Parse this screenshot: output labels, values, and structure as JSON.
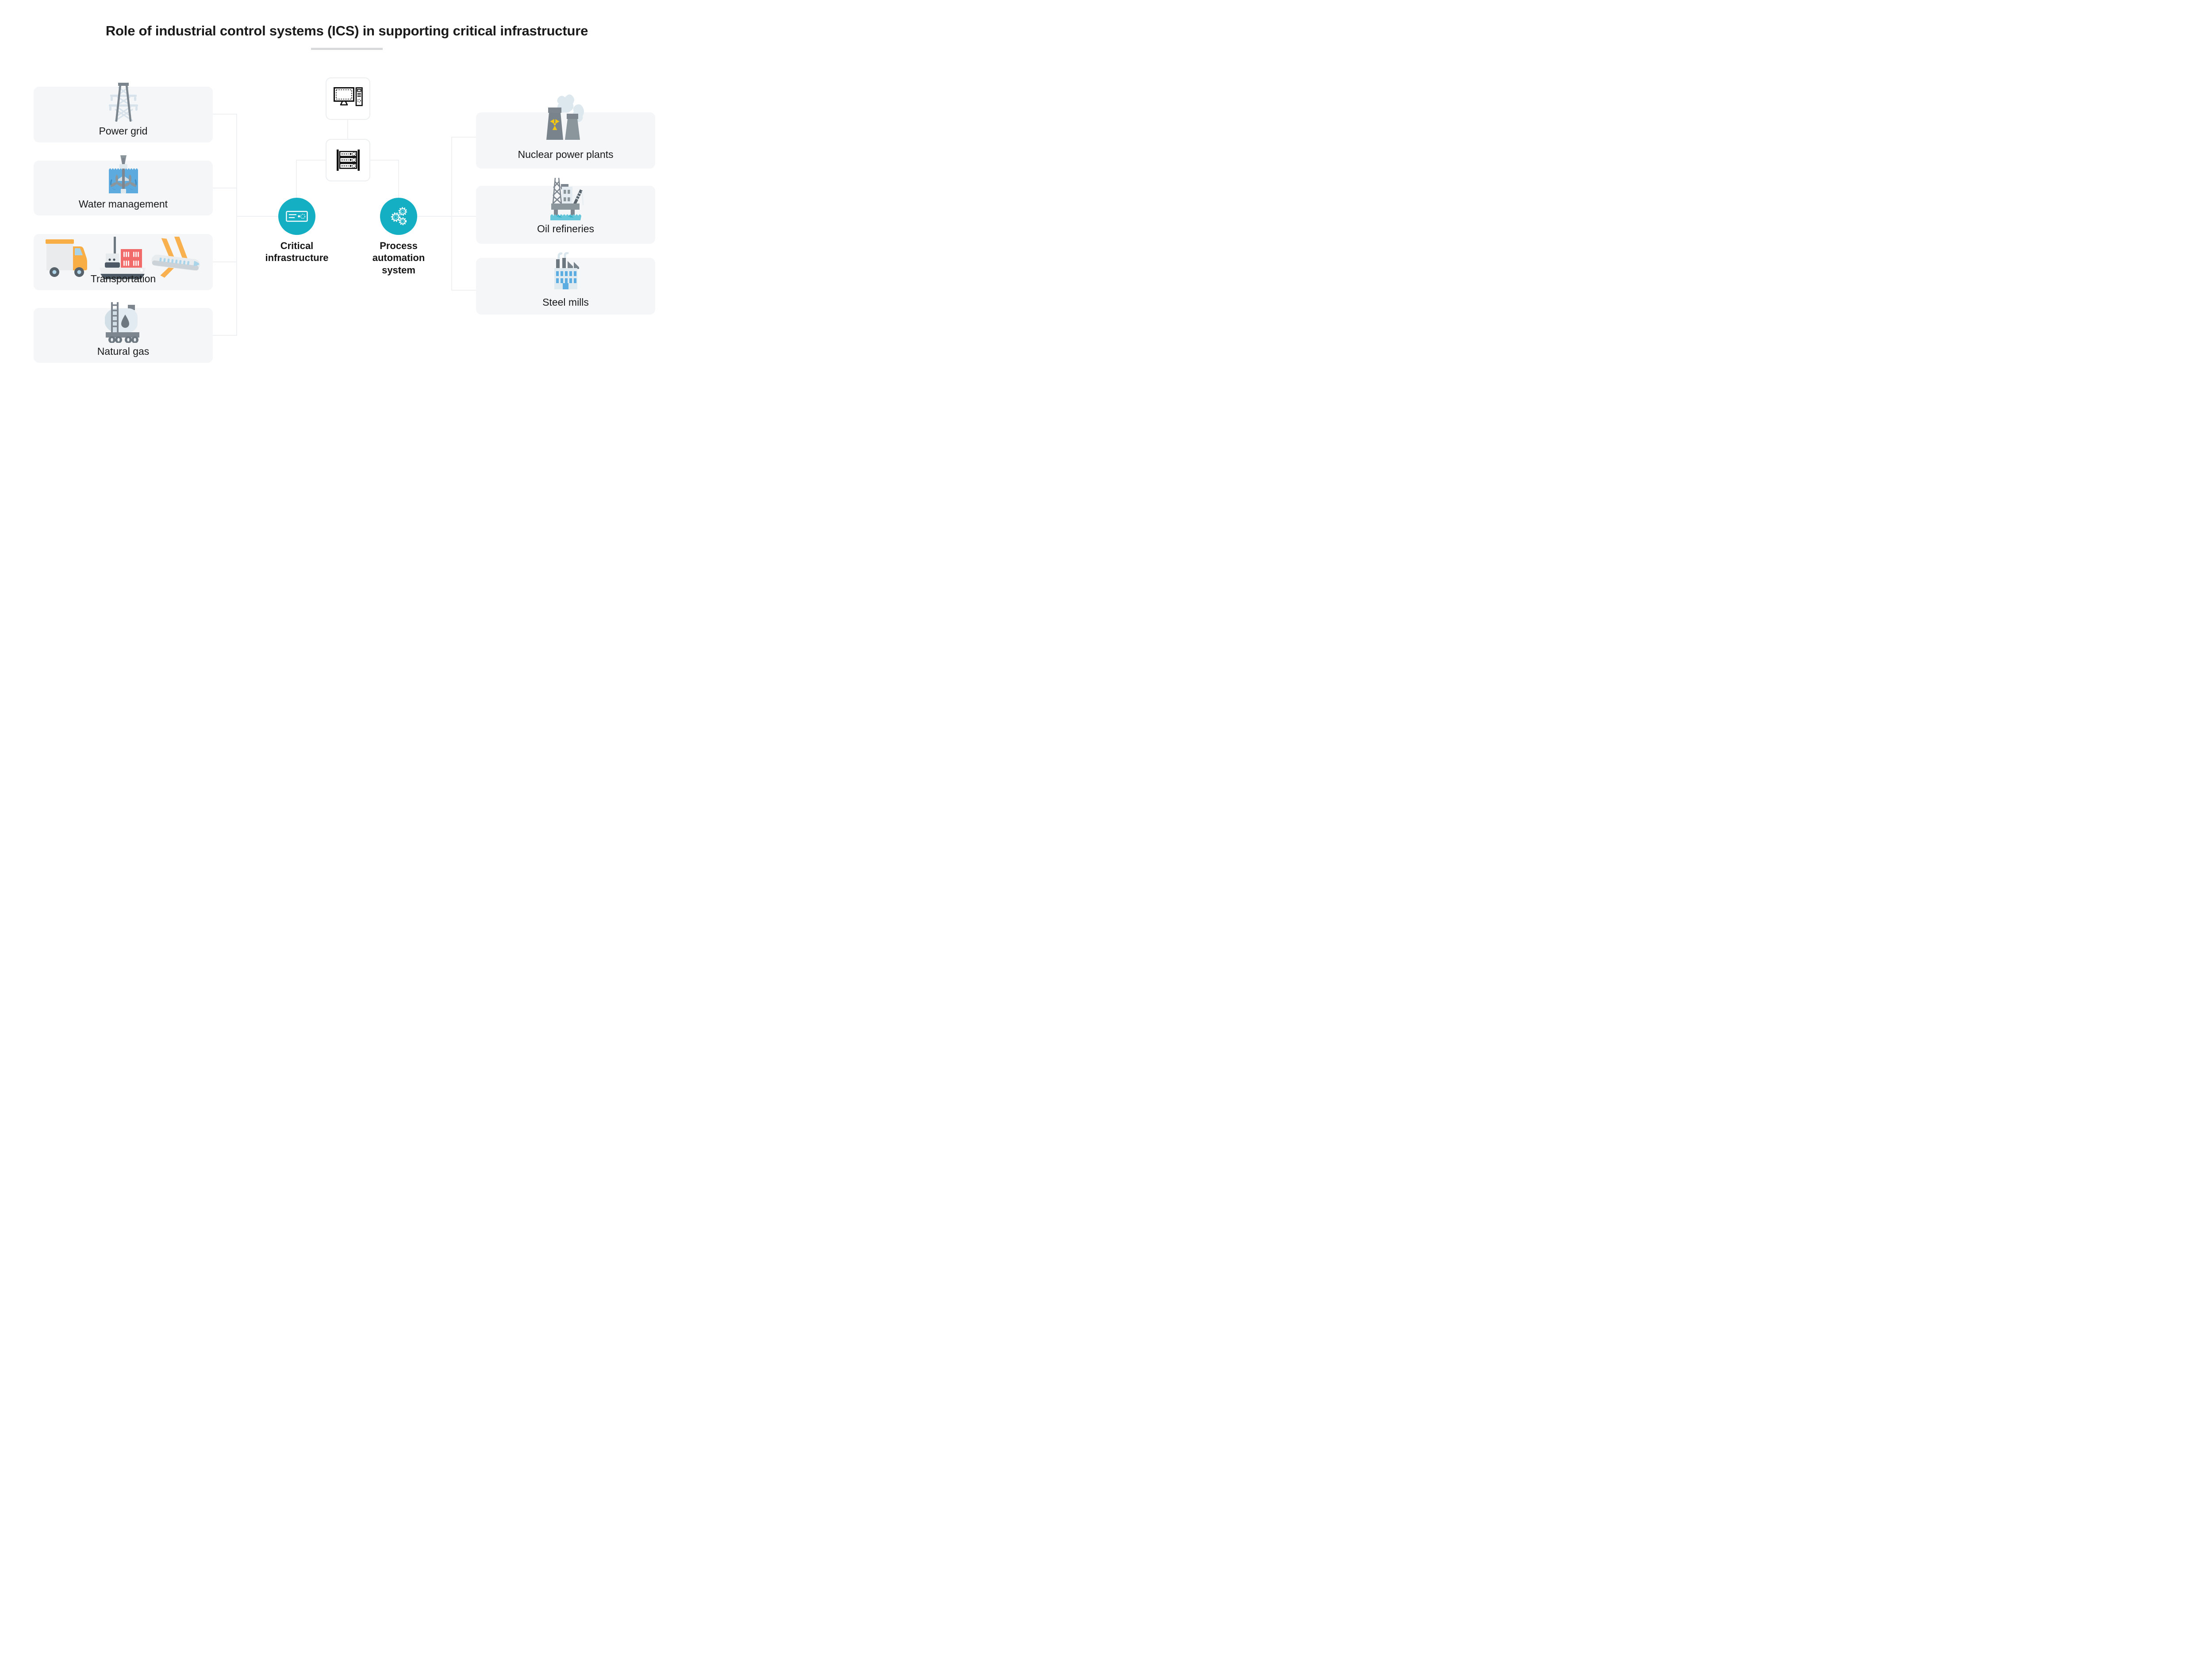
{
  "title": {
    "text": "Role of industrial control systems (ICS) in supporting critical infrastructure"
  },
  "left": {
    "items": [
      {
        "label": "Power grid",
        "icon": "transmission-tower-icon"
      },
      {
        "label": "Water management",
        "icon": "water-treatment-mixer-icon"
      },
      {
        "label": "Transportation",
        "icon": "truck-ship-airplane-icons"
      },
      {
        "label": "Natural gas",
        "icon": "gas-tanker-wagon-icon"
      }
    ]
  },
  "center": {
    "computer_node": {
      "icon": "desktop-computer-icon"
    },
    "server_node": {
      "icon": "server-rack-icon"
    },
    "hubs": [
      {
        "label": "Critical infrastructure",
        "icon": "server-unit-icon"
      },
      {
        "label": "Process automation system",
        "icon": "gears-icon"
      }
    ]
  },
  "right": {
    "items": [
      {
        "label": "Nuclear power plants",
        "icon": "nuclear-plant-icon"
      },
      {
        "label": "Oil refineries",
        "icon": "offshore-oil-rig-icon"
      },
      {
        "label": "Steel mills",
        "icon": "factory-icon"
      }
    ]
  },
  "colors": {
    "accent_teal": "#15afc4",
    "card_background": "#f5f6f8",
    "connector_line": "#eef0f2",
    "title_underline": "#d8d9da",
    "text": "#1a1a1a",
    "icon_orange": "#f9ad45",
    "icon_red": "#f26b6b",
    "icon_blue": "#5caade",
    "icon_yellow": "#f6c80f",
    "icon_gray": "#7d868e",
    "icon_light": "#dfe8ee"
  }
}
